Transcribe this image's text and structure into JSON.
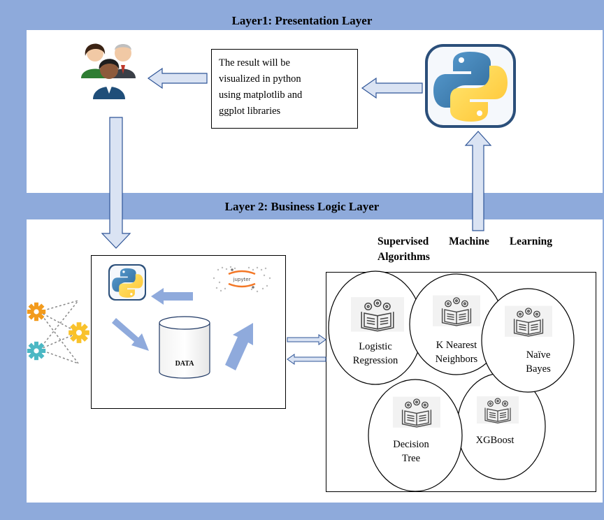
{
  "layer1": {
    "title": "Layer1: Presentation Layer"
  },
  "layer2": {
    "title": "Layer 2: Business Logic Layer"
  },
  "result_box": {
    "lines": [
      "The result will be",
      "visualized in python",
      "using matplotlib and",
      "ggplot libraries"
    ]
  },
  "data_box": {
    "cylinder_label": "DATA",
    "jupyter_label": "jupyter"
  },
  "algorithms": {
    "heading": "Supervised Machine Learning Algorithms",
    "items": [
      {
        "lines": [
          "Logistic",
          "Regression"
        ]
      },
      {
        "lines": [
          "K Nearest",
          "Neighbors"
        ]
      },
      {
        "lines": [
          "Naïve",
          "Bayes"
        ]
      },
      {
        "lines": [
          "Decision",
          "Tree"
        ]
      },
      {
        "lines": [
          "XGBoost"
        ]
      }
    ]
  },
  "colors": {
    "frame": "#8eaadb",
    "arrow_fill": "#dae3f3",
    "arrow_stroke": "#2f5597",
    "data_arrow": "#8faadc",
    "gear_orange": "#f29b1d",
    "gear_yellow": "#f9c22b",
    "gear_teal": "#4cb8c4",
    "python_blue": "#3670a0",
    "python_yellow": "#ffd43b"
  },
  "icons": {
    "users": "users-group-icon",
    "python": "python-logo-icon",
    "gears": "gear-network-icon",
    "ml_model": "gear-book-icon"
  }
}
